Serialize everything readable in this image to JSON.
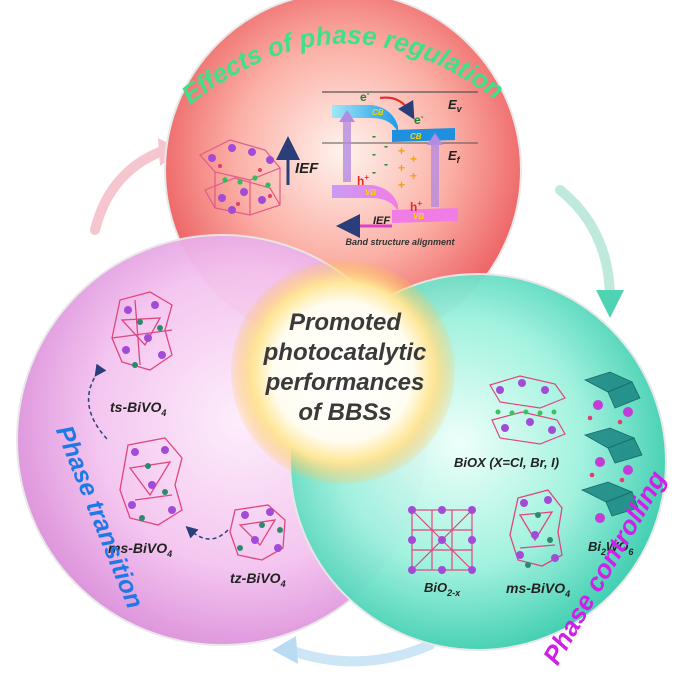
{
  "center": {
    "line1": "Promoted",
    "line2": "photocatalytic",
    "line3": "performances",
    "line4": "of BBSs"
  },
  "top_circle": {
    "title": "Effects of phase regulation",
    "ief": "IEF",
    "ev": "E",
    "ev_sub": "v",
    "ef": "E",
    "ef_sub": "f",
    "cb": "CB",
    "vb": "VB",
    "electron": "e",
    "hole": "h",
    "caption": "Band structure alignment",
    "ief_bottom": "IEF"
  },
  "left_circle": {
    "title": "Phase transition",
    "ts": "ts-BiVO",
    "ms": "ms-BiVO",
    "tz": "tz-BiVO",
    "sub4": "4"
  },
  "right_circle": {
    "title": "Phase controlling",
    "biox": "BiOX (X=Cl, Br, I)",
    "bi2wo6_a": "Bi",
    "bi2wo6_b": "2",
    "bi2wo6_c": "WO",
    "bi2wo6_d": "6",
    "bio2x_a": "BiO",
    "bio2x_b": "2-x",
    "ms": "ms-BiVO",
    "sub4": "4"
  },
  "colors": {
    "top_green": "#3fe08a",
    "left_blue": "#1e78e6",
    "right_magenta": "#d020e8",
    "center_text": "#3a3a3a"
  }
}
